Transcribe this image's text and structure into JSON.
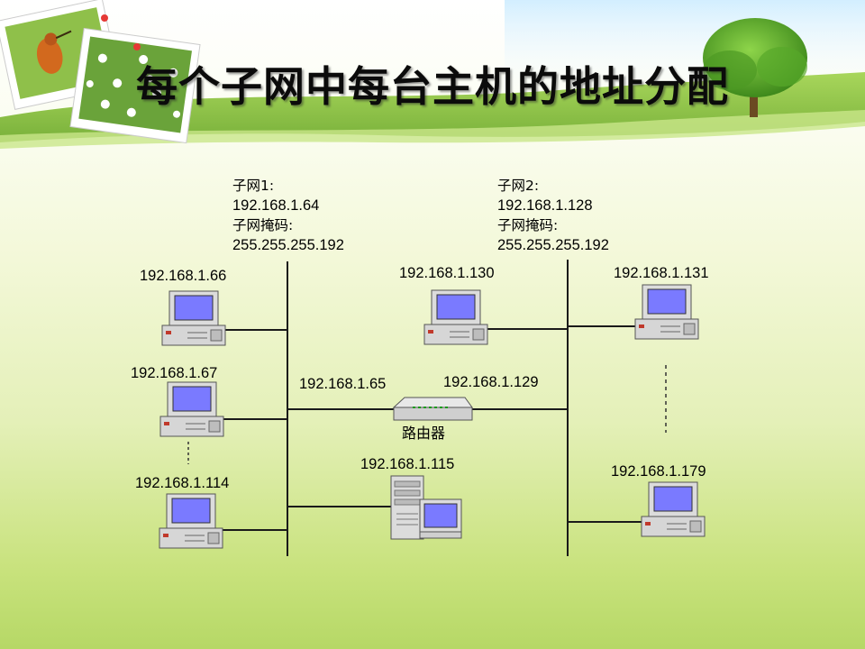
{
  "title": "每个子网中每台主机的地址分配",
  "subnet1": {
    "name": "子网1:",
    "address": "192.168.1.64",
    "mask_label": "子网掩码:",
    "mask": "255.255.255.192"
  },
  "subnet2": {
    "name": "子网2:",
    "address": "192.168.1.128",
    "mask_label": "子网掩码:",
    "mask": "255.255.255.192"
  },
  "hosts": {
    "h66": "192.168.1.66",
    "h67": "192.168.1.67",
    "h114": "192.168.1.114",
    "h115": "192.168.1.115",
    "h130": "192.168.1.130",
    "h131": "192.168.1.131",
    "h179": "192.168.1.179"
  },
  "router": {
    "label": "路由器",
    "if1": "192.168.1.65",
    "if2": "192.168.1.129"
  },
  "colors": {
    "line": "#1a1a1a",
    "screen": "#7a7aff",
    "case": "#d9d9d9",
    "title_text": "#0b0b0b"
  }
}
